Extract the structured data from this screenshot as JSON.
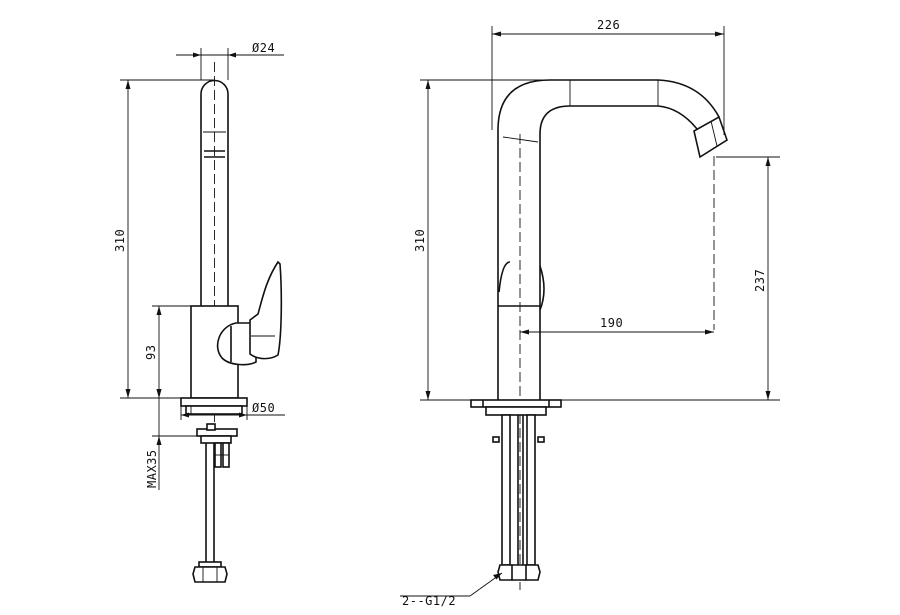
{
  "side_view": {
    "diameter_top": "Ø24",
    "height_total": "310",
    "body_height": "93",
    "diameter_base": "Ø50",
    "max_thickness": "MAX35"
  },
  "front_view": {
    "reach_total": "226",
    "height_total": "310",
    "spout_height": "237",
    "reach_spout": "190",
    "connection": "2--G1/2"
  }
}
